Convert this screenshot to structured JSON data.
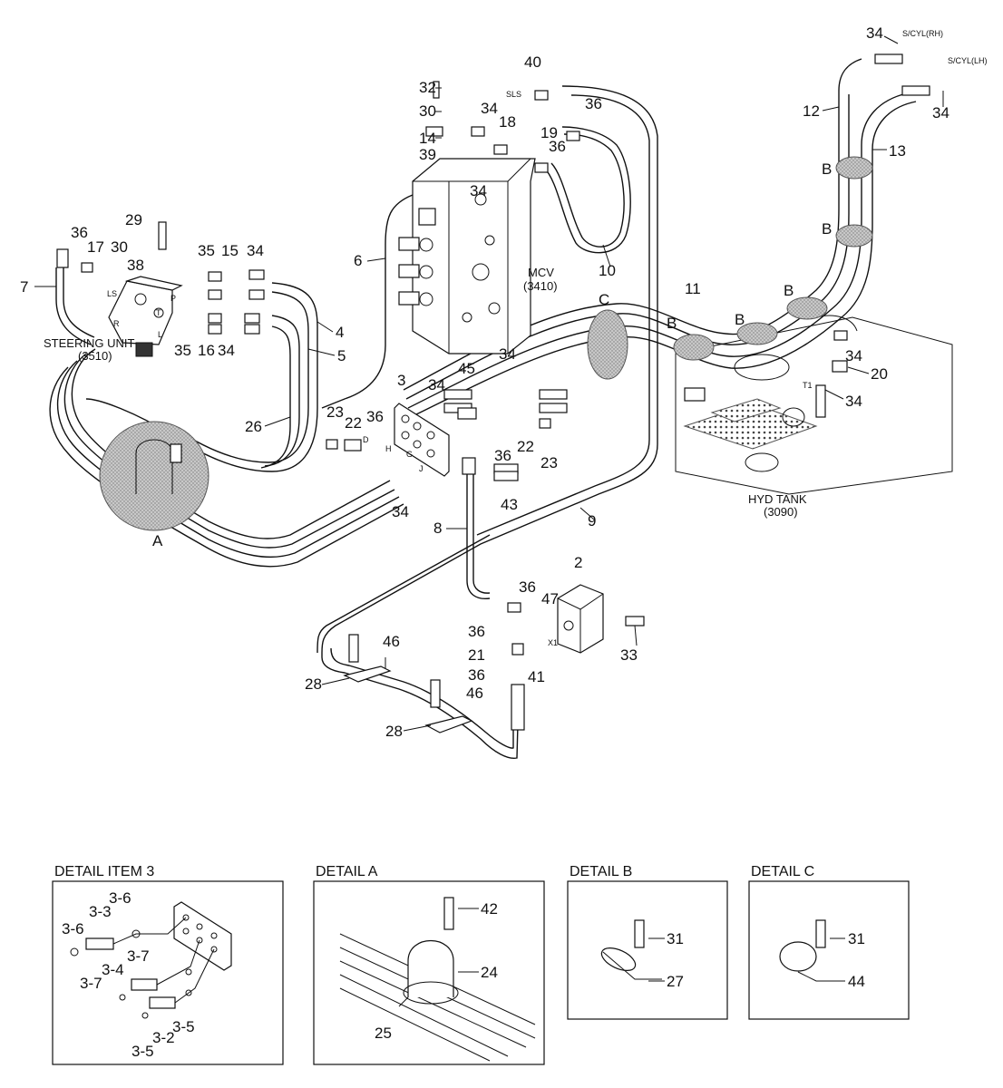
{
  "callouts": {
    "c2": "2",
    "c3": "3",
    "c4": "4",
    "c5": "5",
    "c6": "6",
    "c7": "7",
    "c8": "8",
    "c9": "9",
    "c10": "10",
    "c11": "11",
    "c12": "12",
    "c13": "13",
    "c14": "14",
    "c15": "15",
    "c16": "16",
    "c17": "17",
    "c18": "18",
    "c19": "19",
    "c20": "20",
    "c21": "21",
    "c22a": "22",
    "c22b": "22",
    "c23a": "23",
    "c23b": "23",
    "c26": "26",
    "c28a": "28",
    "c28b": "28",
    "c29": "29",
    "c30a": "30",
    "c30b": "30",
    "c32": "32",
    "c33": "33",
    "c34": "34",
    "c35": "35",
    "c36": "36",
    "c38": "38",
    "c39": "39",
    "c40": "40",
    "c41": "41",
    "c43": "43",
    "c45": "45",
    "c46": "46",
    "c47": "47",
    "cB": "B",
    "cC": "C",
    "cA": "A",
    "c24": "24",
    "c25": "25",
    "c27": "27",
    "c31": "31",
    "c42": "42",
    "c44": "44",
    "c3_2": "3-2",
    "c3_3": "3-3",
    "c3_4": "3-4",
    "c3_5": "3-5",
    "c3_6": "3-6",
    "c3_7": "3-7"
  },
  "labels": {
    "steering_unit": "STEERING UNIT",
    "steering_unit_code": "(3510)",
    "mcv": "MCV",
    "mcv_code": "(3410)",
    "hyd_tank": "HYD TANK",
    "hyd_tank_code": "(3090)",
    "scyl_rh": "S/CYL(RH)",
    "scyl_lh": "S/CYL(LH)",
    "sls": "SLS",
    "ls": "LS",
    "port_r": "R",
    "port_l": "L",
    "port_t": "T",
    "port_p": "P",
    "port_d": "D",
    "port_h": "H",
    "port_g": "G",
    "port_j": "J",
    "port_t1": "T1",
    "port_x1": "X1"
  },
  "details": {
    "item3": "DETAIL ITEM 3",
    "a": "DETAIL A",
    "b": "DETAIL B",
    "c": "DETAIL C"
  },
  "colors": {
    "line": "#111111",
    "shade": "#bbbbbb",
    "background": "#ffffff"
  }
}
